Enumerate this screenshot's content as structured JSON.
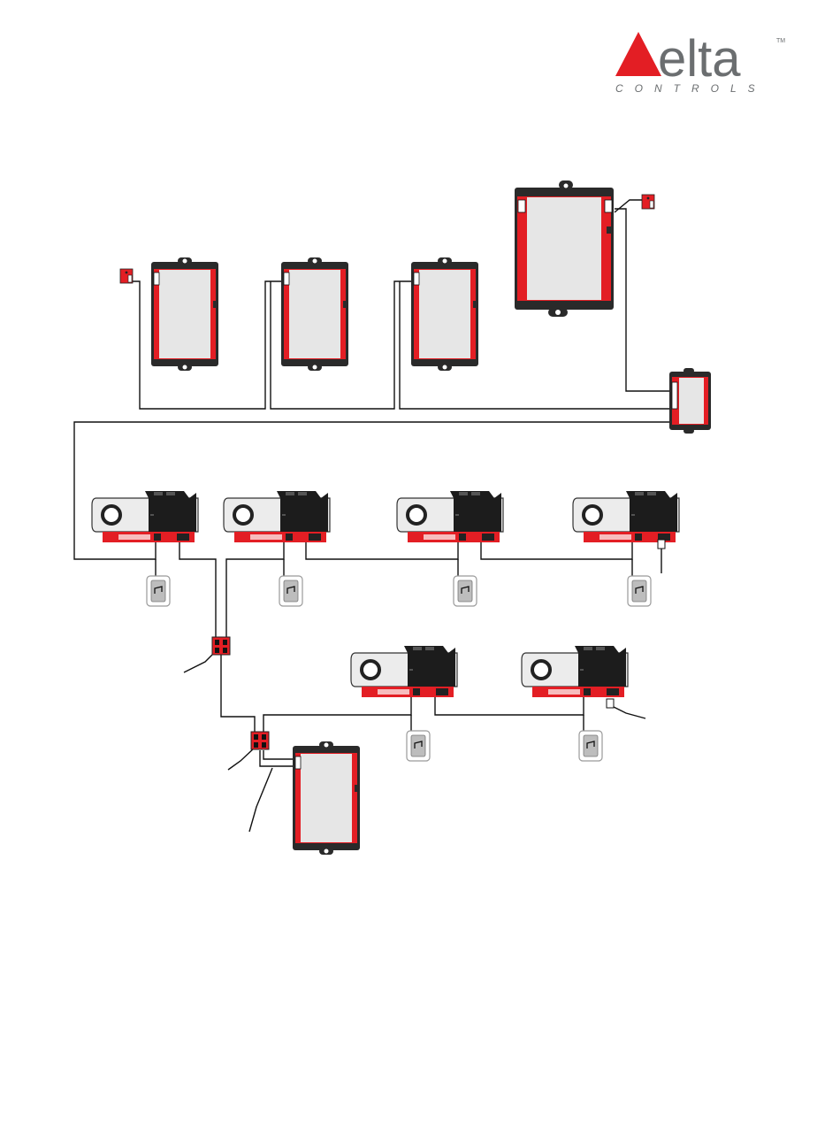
{
  "logo": {
    "brand": "elta",
    "subtitle": "CONTROLS",
    "trademark": "TM"
  },
  "colors": {
    "red": "#e31e24",
    "dark": "#2a2a2a",
    "panel": "#e6e6e6",
    "wire": "#111111",
    "switch_face": "#bdbdbd"
  },
  "icons": {
    "controller": "controller-box-icon",
    "vav": "vav-actuator-icon",
    "switch": "wall-switch-icon",
    "terminator": "terminator-block-icon",
    "repeater": "repeater-module-icon",
    "splitter": "splitter-junction-icon"
  }
}
